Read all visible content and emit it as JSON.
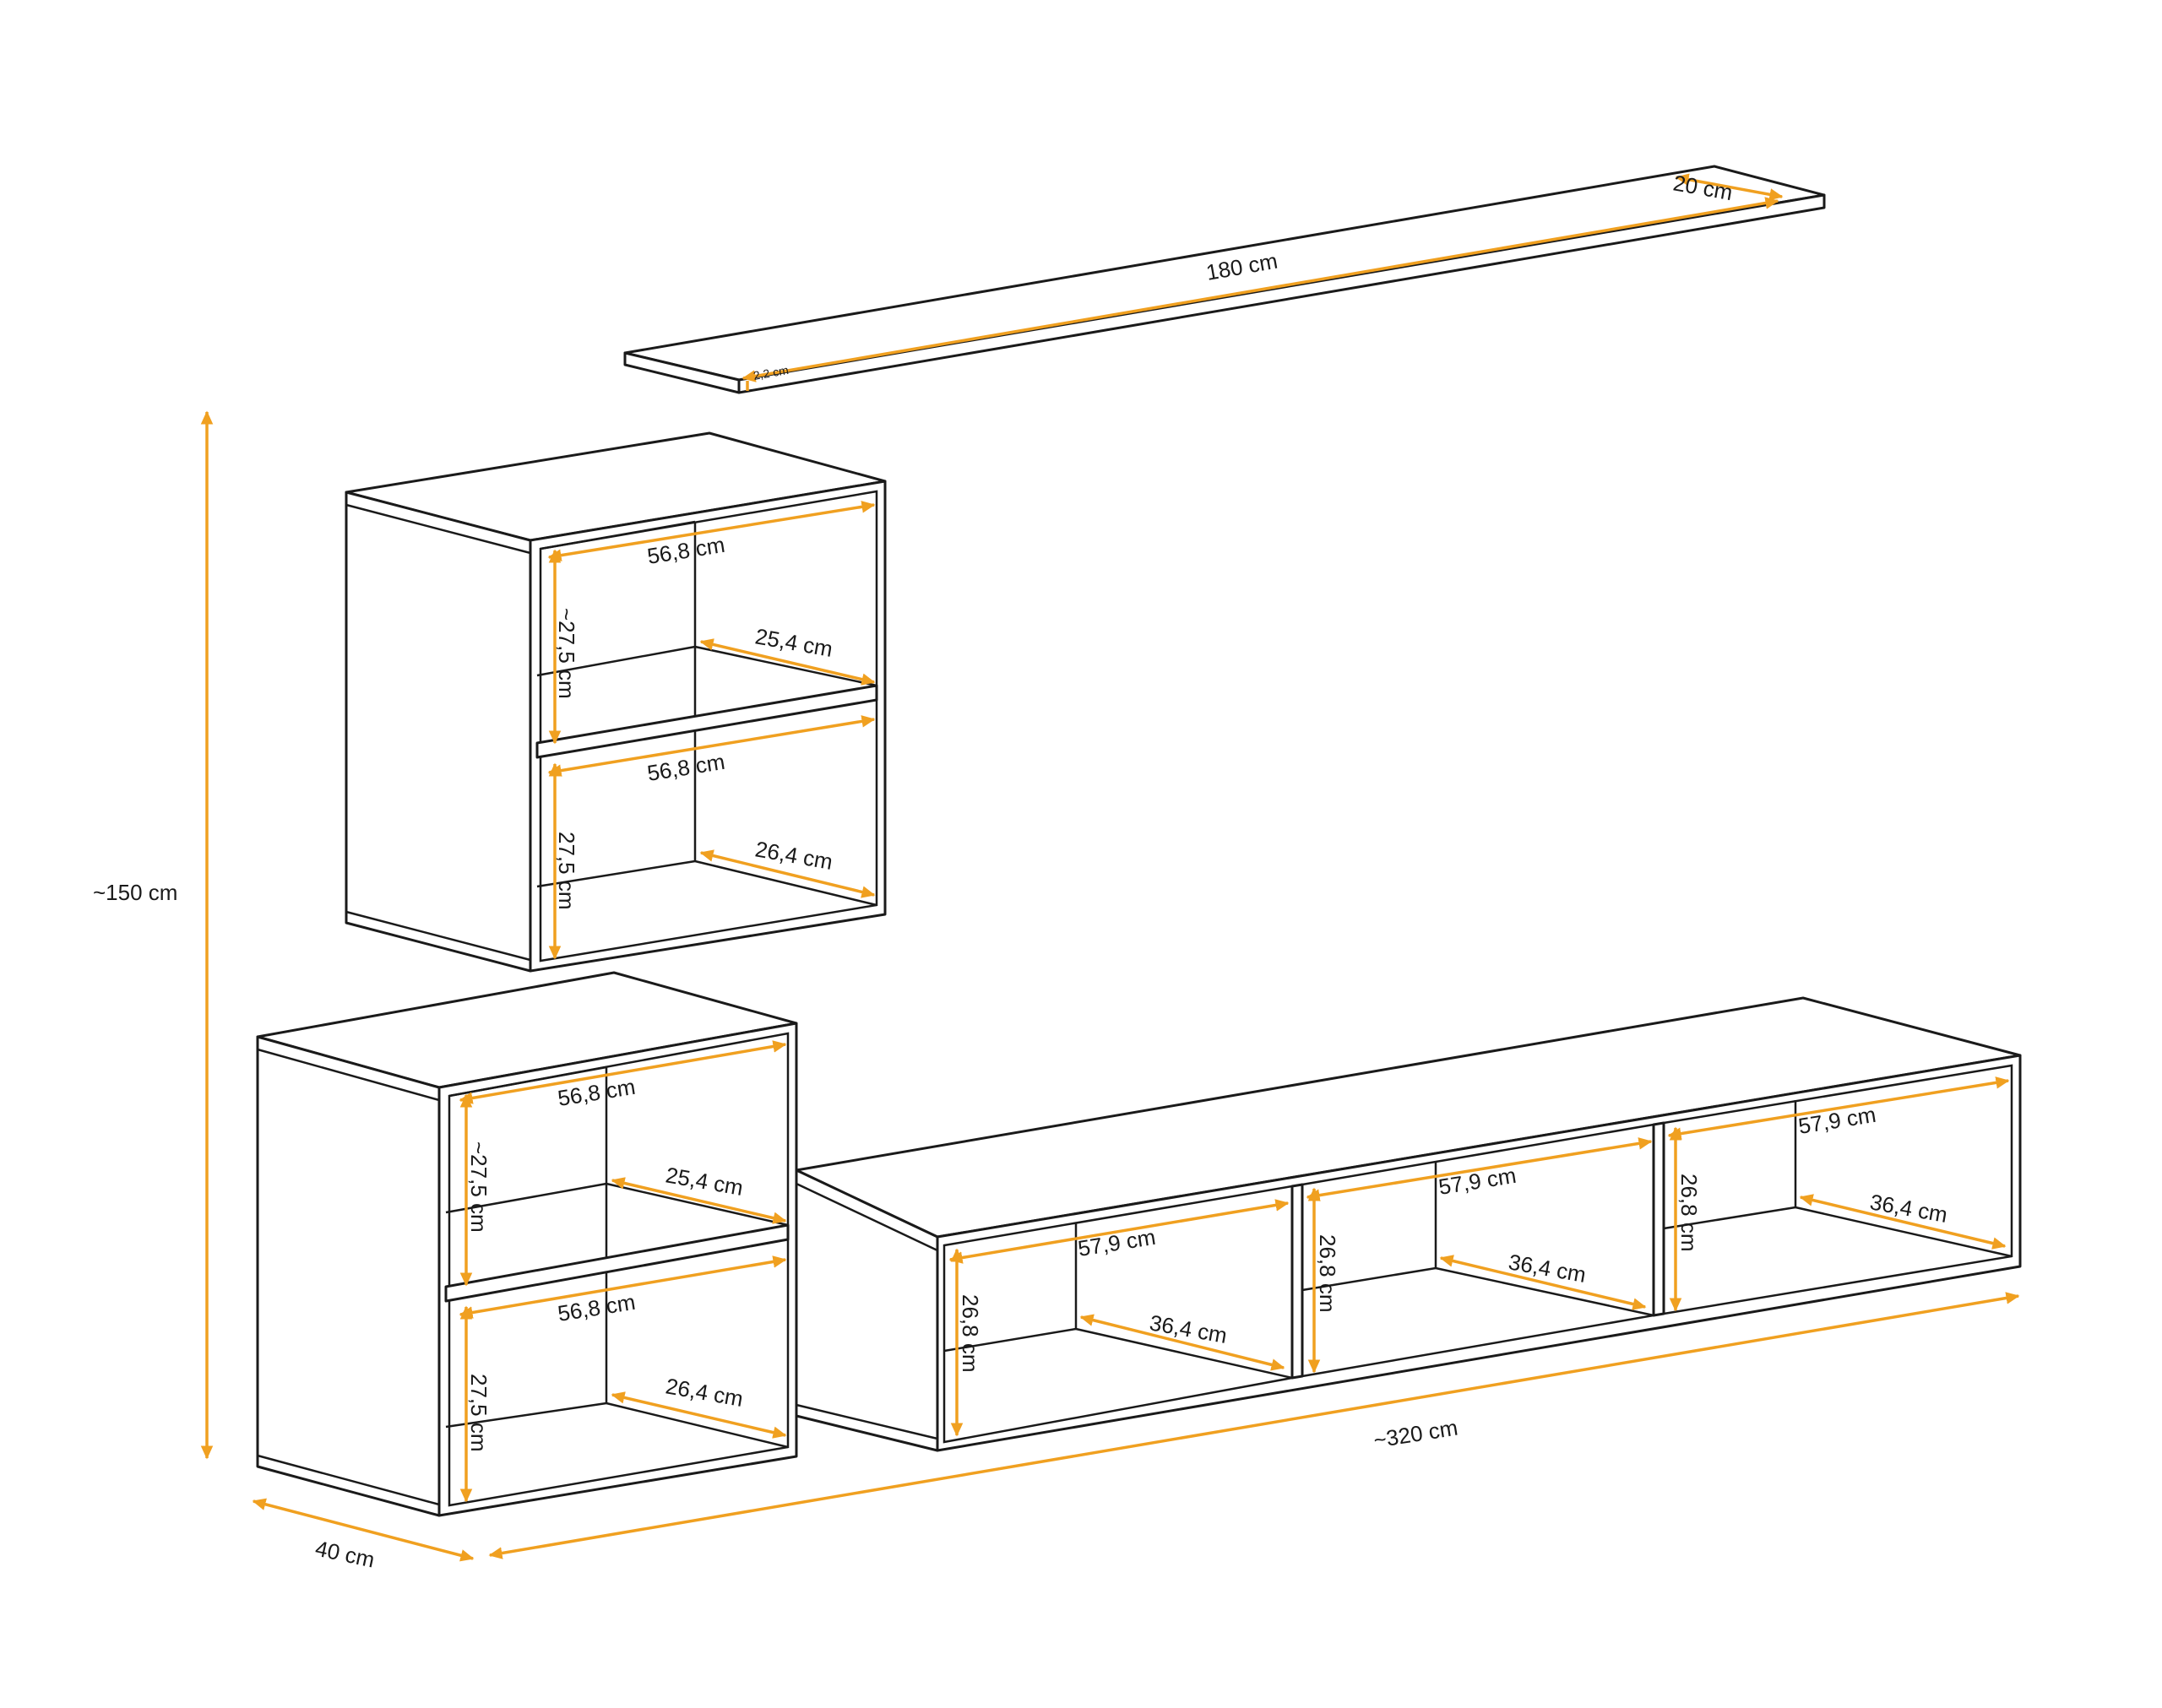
{
  "colors": {
    "dimension": "#f0a020",
    "outline": "#1a1a1a",
    "background": "#ffffff"
  },
  "labels": {
    "shelf_length": "180 cm",
    "shelf_depth": "20 cm",
    "shelf_thickness": "2,2 cm",
    "total_height": "~150 cm",
    "depth": "40 cm",
    "total_width": "~320 cm",
    "upper_cab": {
      "top_width": "56,8 cm",
      "top_height": "~27,5 cm",
      "top_depth": "25,4 cm",
      "bottom_width": "56,8 cm",
      "bottom_height": "27,5 cm",
      "bottom_depth": "26,4 cm"
    },
    "lower_cab": {
      "top_width": "56,8 cm",
      "top_height": "~27,5 cm",
      "top_depth": "25,4 cm",
      "bottom_width": "56,8 cm",
      "bottom_height": "27,5 cm",
      "bottom_depth": "26,4 cm"
    },
    "tv_unit": {
      "c1_width": "57,9 cm",
      "c1_height": "26,8 cm",
      "c1_depth": "36,4 cm",
      "c2_width": "57,9 cm",
      "c2_height": "26,8 cm",
      "c2_depth": "36,4 cm",
      "c3_width": "57,9 cm",
      "c3_height": "26,8 cm",
      "c3_depth": "36,4 cm"
    }
  }
}
